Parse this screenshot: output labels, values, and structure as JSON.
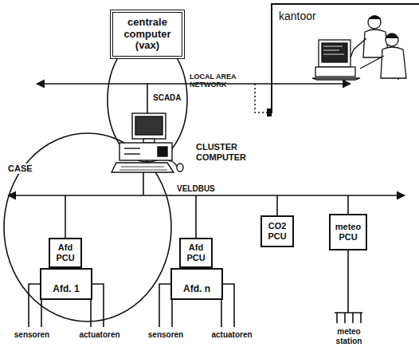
{
  "diagram": {
    "nodes": [
      {
        "text": [
          "centrale computer (vax)"
        ]
      },
      {
        "text": [
          "kantoor"
        ]
      },
      {
        "text": [
          "Afd PCU"
        ]
      },
      {
        "text": [
          "Afd. 1"
        ]
      },
      {
        "text": [
          "Afd PCU"
        ]
      },
      {
        "text": [
          "Afd. n"
        ]
      },
      {
        "text": [
          "CO2 PCU"
        ]
      },
      {
        "text": [
          "meteo PCU"
        ]
      }
    ],
    "labels": [
      "LOCAL AREA NETWORK",
      "SCADA",
      "CLUSTER COMPUTER",
      "CASE",
      "VELDBUS",
      "sensoren",
      "actuatoren",
      "sensoren",
      "actuatoren",
      "meteo station"
    ]
  }
}
